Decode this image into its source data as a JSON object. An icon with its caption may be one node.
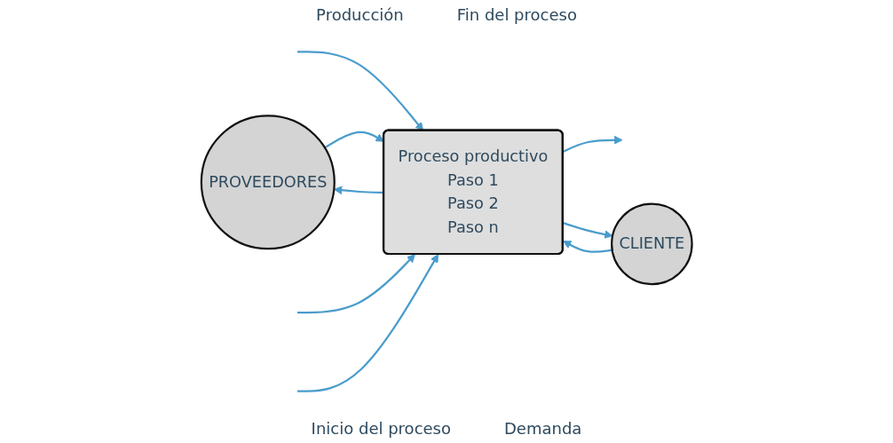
{
  "diagram": {
    "nodes": [
      {
        "text": [
          "PROVEEDORES"
        ]
      },
      {
        "text": [
          "Proceso productivo",
          "Paso 1",
          "Paso 2",
          "Paso n"
        ]
      },
      {
        "text": [
          "CLIENTE"
        ]
      }
    ],
    "edges": [
      {
        "from": 0,
        "to": 1,
        "arrow": "to"
      },
      {
        "from": null,
        "to": 1,
        "arrow": "to"
      },
      {
        "from": 1,
        "to": null,
        "arrow": "to"
      },
      {
        "from": 1,
        "to": 2,
        "arrow": "to"
      },
      {
        "from": 2,
        "to": 1,
        "arrow": "to"
      },
      {
        "from": null,
        "to": 1,
        "arrow": "to"
      },
      {
        "from": null,
        "to": 1,
        "arrow": "to"
      },
      {
        "from": 1,
        "to": 0,
        "arrow": "to"
      }
    ],
    "labels": [
      "Producción",
      "Fin del proceso",
      "Inicio del proceso",
      "Demanda"
    ]
  }
}
